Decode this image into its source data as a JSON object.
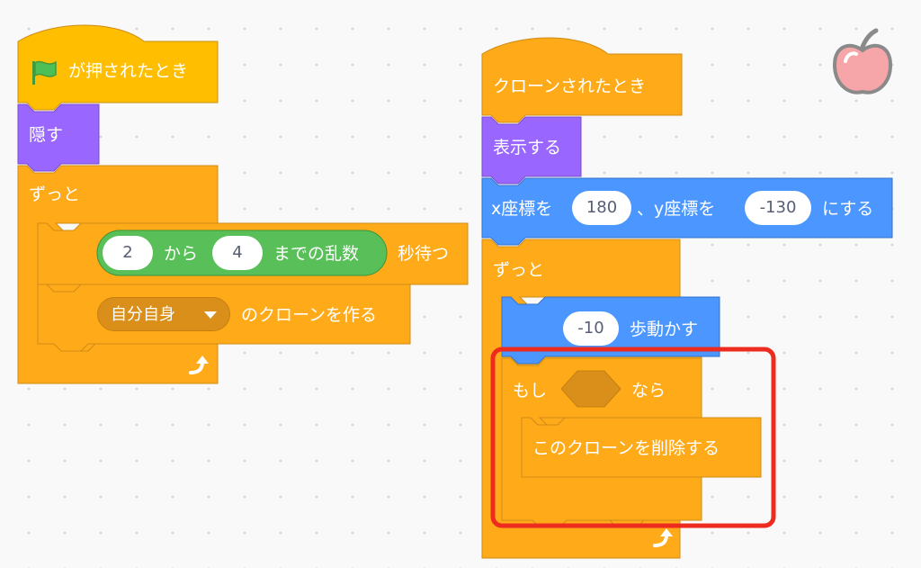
{
  "left_script": {
    "hat_label": "が押されたとき",
    "hide_label": "隠す",
    "forever_label": "ずっと",
    "wait_block": {
      "from_value": "2",
      "from_label": "から",
      "to_value": "4",
      "to_label": "までの乱数",
      "suffix": "秒待つ"
    },
    "clone_block": {
      "target_value": "自分自身",
      "suffix": "のクローンを作る"
    }
  },
  "right_script": {
    "hat_label": "クローンされたとき",
    "show_label": "表示する",
    "goto_block": {
      "x_label": "x座標を",
      "x_value": "180",
      "y_label": "、y座標を",
      "y_value": "-130",
      "suffix": "にする"
    },
    "forever_label": "ずっと",
    "move_block": {
      "steps_value": "-10",
      "suffix": "歩動かす"
    },
    "if_block": {
      "prefix": "もし",
      "suffix": "なら"
    },
    "delete_clone_label": "このクローンを削除する"
  },
  "colors": {
    "control": "#ffab19",
    "control_border": "#cf8b17",
    "looks": "#9966ff",
    "looks_border": "#774dcb",
    "motion": "#4c97ff",
    "motion_border": "#3373cc",
    "operator": "#59c059",
    "operator_border": "#389438",
    "highlight": "#ee2b1f"
  },
  "icons": {
    "flag": "green-flag-icon",
    "loop": "loop-arrow-icon",
    "sprite": "apple-sprite-icon"
  }
}
